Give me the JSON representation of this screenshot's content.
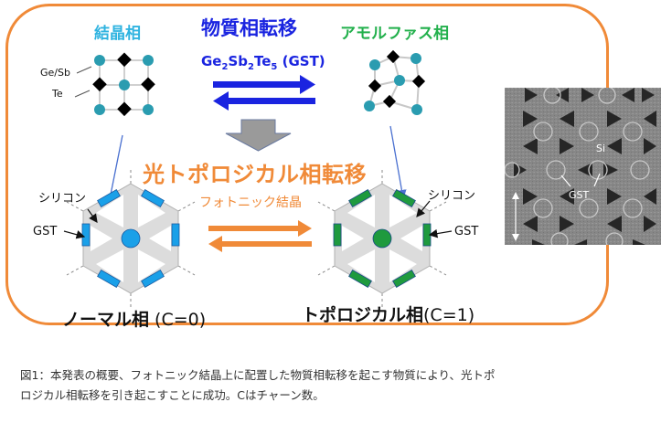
{
  "diagram": {
    "top": {
      "crystal_phase_label": "結晶相",
      "amorphous_phase_label": "アモルファス相",
      "material_phase_transition_label": "物質相転移",
      "material_formula": {
        "part1": "Ge",
        "sub1": "2",
        "part2": "Sb",
        "sub2": "2",
        "part3": "Te",
        "sub3": "5",
        "suffix": " (GST)"
      },
      "atom_labels": {
        "gesb": "Ge/Sb",
        "te": "Te"
      }
    },
    "middle": {
      "topological_transition_label": "光トポロジカル相転移",
      "photonic_crystal_label": "フォトニック結晶",
      "silicon_label_left": "シリコン",
      "silicon_label_right": "シリコン",
      "gst_label_left": "GST",
      "gst_label_right": "GST"
    },
    "bottom": {
      "normal_phase_name": "ノーマル相",
      "normal_phase_chern": " (C=0)",
      "topological_phase_name": "トポロジカル相",
      "topological_phase_chern": "(C=1)"
    },
    "sem_image": {
      "si_label": "Si",
      "gst_label": "GST"
    },
    "colors": {
      "frame_orange": "#f08a38",
      "crystal_blue": "#2fb3e0",
      "amorphous_green": "#22b04c",
      "transition_blue": "#1a24e0",
      "atom_teal": "#2a9cb0",
      "hex_gray": "#dcdcdc",
      "gst_cyan": "#1aa0e8",
      "gst_green": "#1f9a3e"
    }
  },
  "caption": {
    "line1": "図1：本発表の概要、フォトニック結晶上に配置した物質相転移を起こす物質により、光トポ",
    "line2": "ロジカル相転移を引き起こすことに成功。Cはチャーン数。"
  }
}
